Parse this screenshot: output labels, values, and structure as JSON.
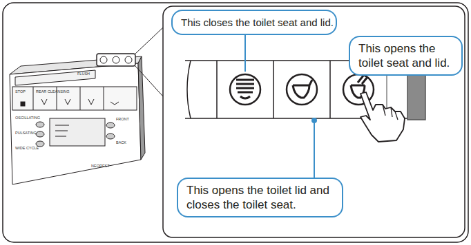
{
  "diagram": {
    "nodes": [
      {
        "text": [
          "This closes the toilet seat and lid."
        ]
      },
      {
        "text": [
          "This opens the toilet seat and lid."
        ]
      },
      {
        "text": [
          "This opens the toilet lid and closes the toilet seat."
        ]
      }
    ],
    "labels": [
      "FLUSH",
      "STOP",
      "REAR CLEANSING",
      "OSCILLATING",
      "PULSATING",
      "WIDE CYCLE",
      "FRONT",
      "BACK",
      "NEOREST"
    ]
  }
}
